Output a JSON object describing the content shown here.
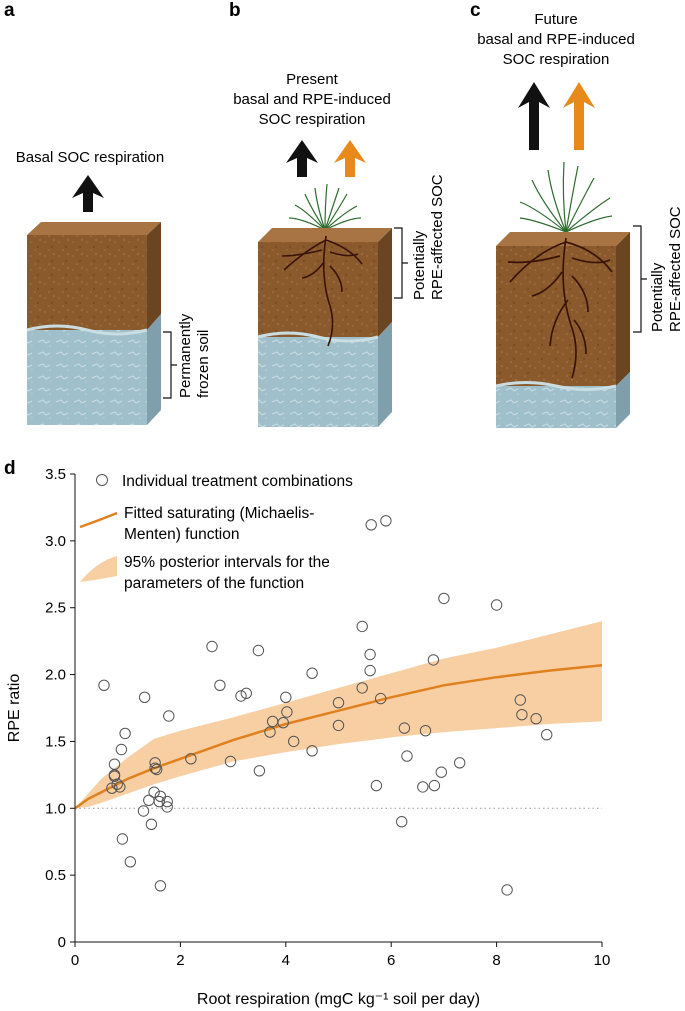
{
  "panels": {
    "a": {
      "letter": "a",
      "arrow_label": "Basal SOC respiration",
      "bracket_label_1": "Permanently",
      "bracket_label_2": "frozen soil"
    },
    "b": {
      "letter": "b",
      "title_1": "Present",
      "title_2": "basal and RPE-induced",
      "title_3": "SOC respiration",
      "bracket_label_1": "Potentially",
      "bracket_label_2": "RPE-affected SOC"
    },
    "c": {
      "letter": "c",
      "title_1": "Future",
      "title_2": "basal and RPE-induced",
      "title_3": "SOC respiration",
      "bracket_label_1": "Potentially",
      "bracket_label_2": "RPE-affected SOC"
    },
    "d": {
      "letter": "d"
    }
  },
  "colors": {
    "soil_front": "#8a5a2c",
    "soil_top": "#a87443",
    "soil_side": "#6b4421",
    "frozen_front": "#9fbfca",
    "frozen_side": "#7e9fab",
    "root": "#3a1408",
    "grass": "#2e6b2e",
    "arrow_basal": "#111111",
    "arrow_rpe": "#e88a1a",
    "fit_line": "#e0801e",
    "interval_band": "#f8cfa3",
    "marker_edge": "#555555"
  },
  "chart_data": {
    "type": "scatter",
    "xlabel": "Root respiration (mgC kg⁻¹ soil per day)",
    "ylabel": "RPE ratio",
    "xlim": [
      0,
      10
    ],
    "ylim": [
      0,
      3.5
    ],
    "xticks": [
      "0",
      "2",
      "4",
      "6",
      "8",
      "10"
    ],
    "yticks": [
      "0",
      "0.5",
      "1.0",
      "1.5",
      "2.0",
      "2.5",
      "3.0",
      "3.5"
    ],
    "reference_line": {
      "y": 1.0,
      "style": "dotted"
    },
    "legend": {
      "placement": "top-left",
      "points": "Individual treatment combinations",
      "fit_line_1": "Fitted saturating (Michaelis-",
      "fit_line_2": "Menten) function",
      "band_1": "95% posterior intervals for the",
      "band_2": "parameters of the function"
    },
    "fit": {
      "x": [
        0,
        0.25,
        0.5,
        1,
        1.5,
        2,
        3,
        4,
        5,
        6,
        7,
        8,
        9,
        10
      ],
      "y": [
        1.0,
        1.07,
        1.12,
        1.22,
        1.3,
        1.37,
        1.51,
        1.63,
        1.73,
        1.83,
        1.92,
        1.98,
        2.03,
        2.07
      ],
      "lower": [
        1.0,
        1.01,
        1.04,
        1.11,
        1.18,
        1.24,
        1.35,
        1.42,
        1.48,
        1.53,
        1.57,
        1.6,
        1.63,
        1.65
      ],
      "upper": [
        1.0,
        1.11,
        1.22,
        1.38,
        1.52,
        1.58,
        1.68,
        1.79,
        1.9,
        2.01,
        2.12,
        2.2,
        2.3,
        2.4
      ]
    },
    "points": [
      [
        0.55,
        1.92
      ],
      [
        0.7,
        1.15
      ],
      [
        0.75,
        1.33
      ],
      [
        0.75,
        1.25
      ],
      [
        0.75,
        1.24
      ],
      [
        0.8,
        1.18
      ],
      [
        0.85,
        1.16
      ],
      [
        0.88,
        1.44
      ],
      [
        0.9,
        0.77
      ],
      [
        0.95,
        1.56
      ],
      [
        1.05,
        0.6
      ],
      [
        1.3,
        0.98
      ],
      [
        1.32,
        1.83
      ],
      [
        1.4,
        1.06
      ],
      [
        1.45,
        0.88
      ],
      [
        1.5,
        1.12
      ],
      [
        1.52,
        1.3
      ],
      [
        1.52,
        1.34
      ],
      [
        1.55,
        1.29
      ],
      [
        1.6,
        1.05
      ],
      [
        1.62,
        1.09
      ],
      [
        1.62,
        0.42
      ],
      [
        1.75,
        1.05
      ],
      [
        1.75,
        1.01
      ],
      [
        1.78,
        1.69
      ],
      [
        2.2,
        1.37
      ],
      [
        2.6,
        2.21
      ],
      [
        2.75,
        1.92
      ],
      [
        2.95,
        1.35
      ],
      [
        3.15,
        1.84
      ],
      [
        3.25,
        1.86
      ],
      [
        3.48,
        2.18
      ],
      [
        3.5,
        1.28
      ],
      [
        3.7,
        1.57
      ],
      [
        3.75,
        1.65
      ],
      [
        3.95,
        1.64
      ],
      [
        4.0,
        1.83
      ],
      [
        4.02,
        1.72
      ],
      [
        4.15,
        1.5
      ],
      [
        4.5,
        2.01
      ],
      [
        4.5,
        1.43
      ],
      [
        5.0,
        1.79
      ],
      [
        5.0,
        1.62
      ],
      [
        5.45,
        1.9
      ],
      [
        5.45,
        2.36
      ],
      [
        5.6,
        2.15
      ],
      [
        5.6,
        2.03
      ],
      [
        5.62,
        3.12
      ],
      [
        5.72,
        1.17
      ],
      [
        5.8,
        1.82
      ],
      [
        5.9,
        3.15
      ],
      [
        6.2,
        0.9
      ],
      [
        6.25,
        1.6
      ],
      [
        6.3,
        1.39
      ],
      [
        6.6,
        1.16
      ],
      [
        6.65,
        1.58
      ],
      [
        6.8,
        2.11
      ],
      [
        6.82,
        1.17
      ],
      [
        6.95,
        1.27
      ],
      [
        7.0,
        2.57
      ],
      [
        7.3,
        1.34
      ],
      [
        8.0,
        2.52
      ],
      [
        8.2,
        0.39
      ],
      [
        8.45,
        1.81
      ],
      [
        8.48,
        1.7
      ],
      [
        8.75,
        1.67
      ],
      [
        8.95,
        1.55
      ]
    ]
  }
}
